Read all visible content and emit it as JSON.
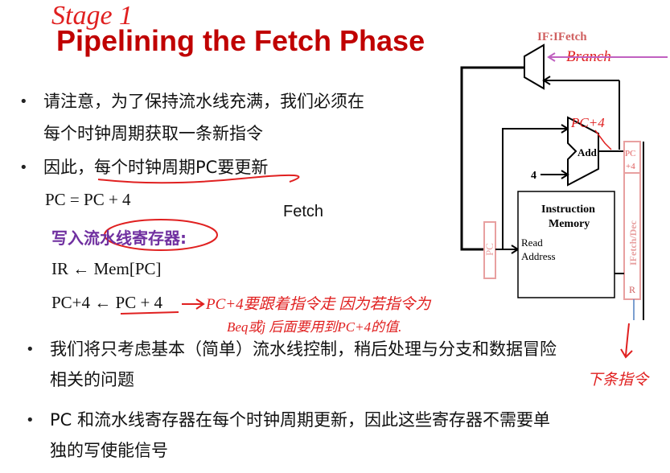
{
  "slide": {
    "title": "Pipelining the Fetch Phase",
    "handwritten_stage": "Stage 1",
    "bullets": [
      {
        "lines": [
          "请注意，为了保持流水线充满，我们必须在",
          "每个时钟周期获取一条新指令"
        ]
      },
      {
        "lines": [
          "因此，每个时钟周期PC要更新"
        ]
      },
      {
        "lines": [
          "我们将只考虑基本（简单）流水线控制，稍后处理与分支和数据冒险",
          "相关的问题"
        ]
      },
      {
        "lines": [
          "PC 和流水线寄存器在每个时钟周期更新，因此这些寄存器不需要单",
          "独的写使能信号"
        ]
      }
    ],
    "eq_pc": "PC = PC + 4",
    "write_label": "写入流水线寄存器:",
    "ir_eq": "IR ← Mem[PC]",
    "pc4_eq": "PC+4 ← PC + 4",
    "fetch_label": "Fetch"
  },
  "diagram": {
    "stage_label": "IF:IFetch",
    "add_label": "Add",
    "const_four": "4",
    "mem_title_1": "Instruction",
    "mem_title_2": "Memory",
    "read_label": "Read",
    "address_label": "Address",
    "pc_label": "PC",
    "reg_label": "IFetch/Dec",
    "pc4_field_1": "PC",
    "pc4_field_2": "+4",
    "r_field": "R"
  },
  "annotations": {
    "branch": "Branch",
    "pc_plus4": "PC+4",
    "note_line1": "PC+4要跟着指令走 因为若指令为",
    "note_line2": "Beq或j 后面要用到PC+4的值.",
    "next_instr": "下条指令"
  },
  "colors": {
    "title": "#c00000",
    "annotation": "#e02020",
    "purple": "#7030a0",
    "reg_pink": "#e8a0a0",
    "stage_label": "#d06060"
  }
}
